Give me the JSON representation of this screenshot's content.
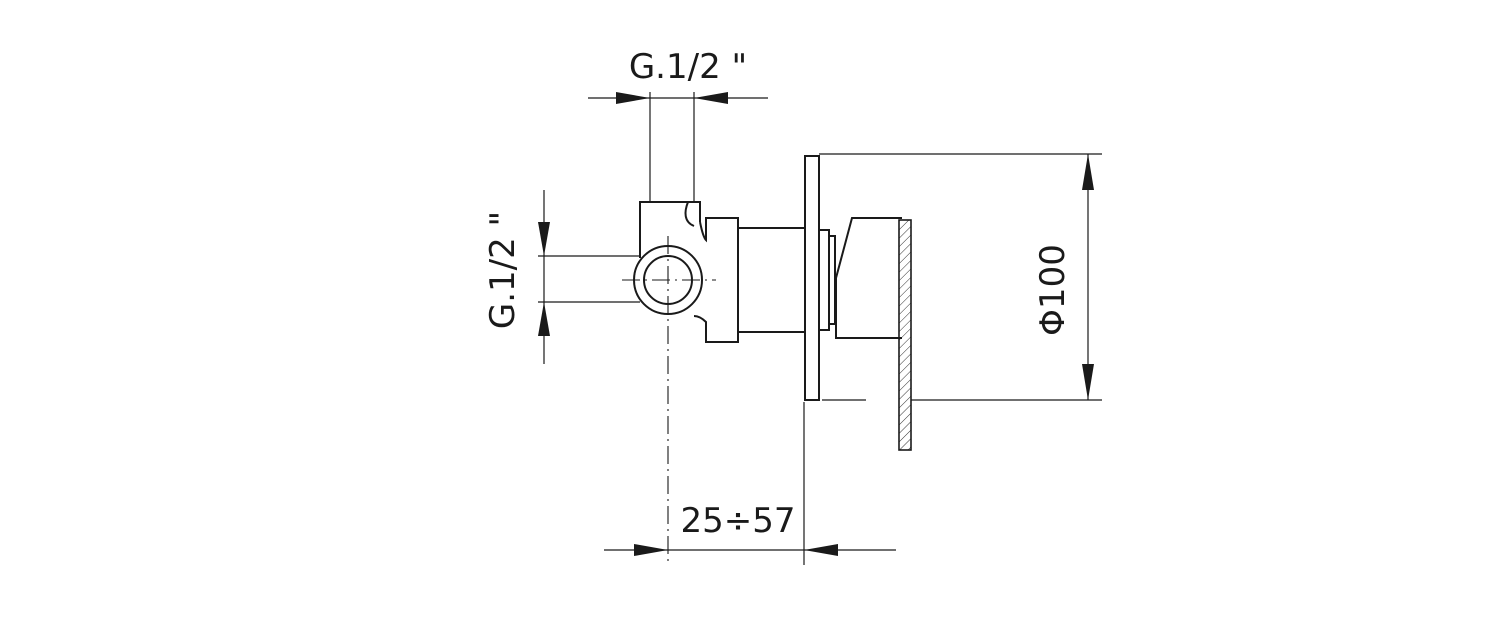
{
  "dimensions": {
    "top_thread": "G.1/2 \"",
    "side_thread": "G.1/2 \"",
    "plate_diameter": "Φ100",
    "wall_depth": "25÷57"
  }
}
